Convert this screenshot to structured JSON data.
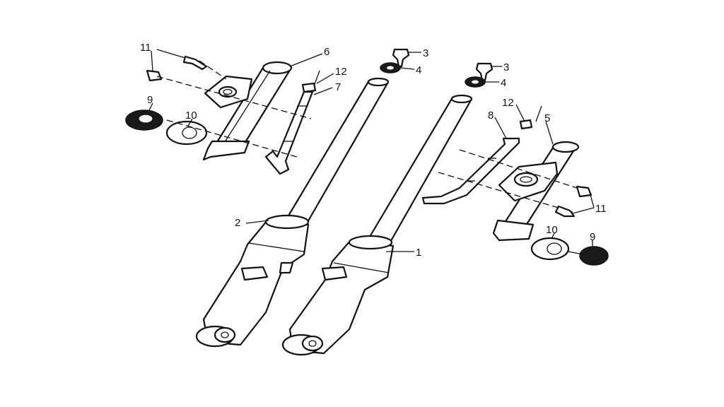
{
  "diagram": {
    "callouts": {
      "c1": "1",
      "c2": "2",
      "c3a": "3",
      "c3b": "3",
      "c4a": "4",
      "c4b": "4",
      "c5": "5",
      "c6": "6",
      "c7": "7",
      "c8": "8",
      "c9a": "9",
      "c9b": "9",
      "c10a": "10",
      "c10b": "10",
      "c11a": "11",
      "c11b": "11",
      "c12a": "12",
      "c12b": "12"
    }
  }
}
